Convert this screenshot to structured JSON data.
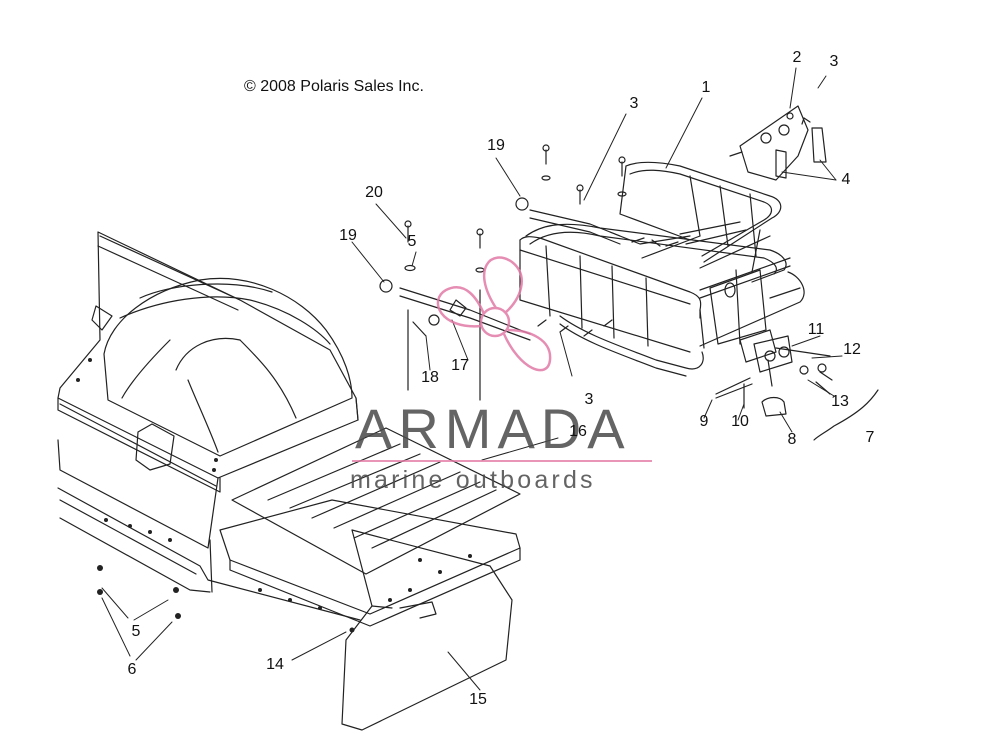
{
  "copyright": "©  2008  Polaris Sales Inc.",
  "watermark": {
    "name": "ARMADA",
    "tagline": "marine outboards",
    "color": "#e27aa6"
  },
  "callouts": [
    "1",
    "2",
    "3",
    "3",
    "3",
    "4",
    "5",
    "5",
    "6",
    "7",
    "8",
    "9",
    "10",
    "11",
    "12",
    "13",
    "14",
    "15",
    "16",
    "17",
    "18",
    "19",
    "19",
    "20"
  ]
}
